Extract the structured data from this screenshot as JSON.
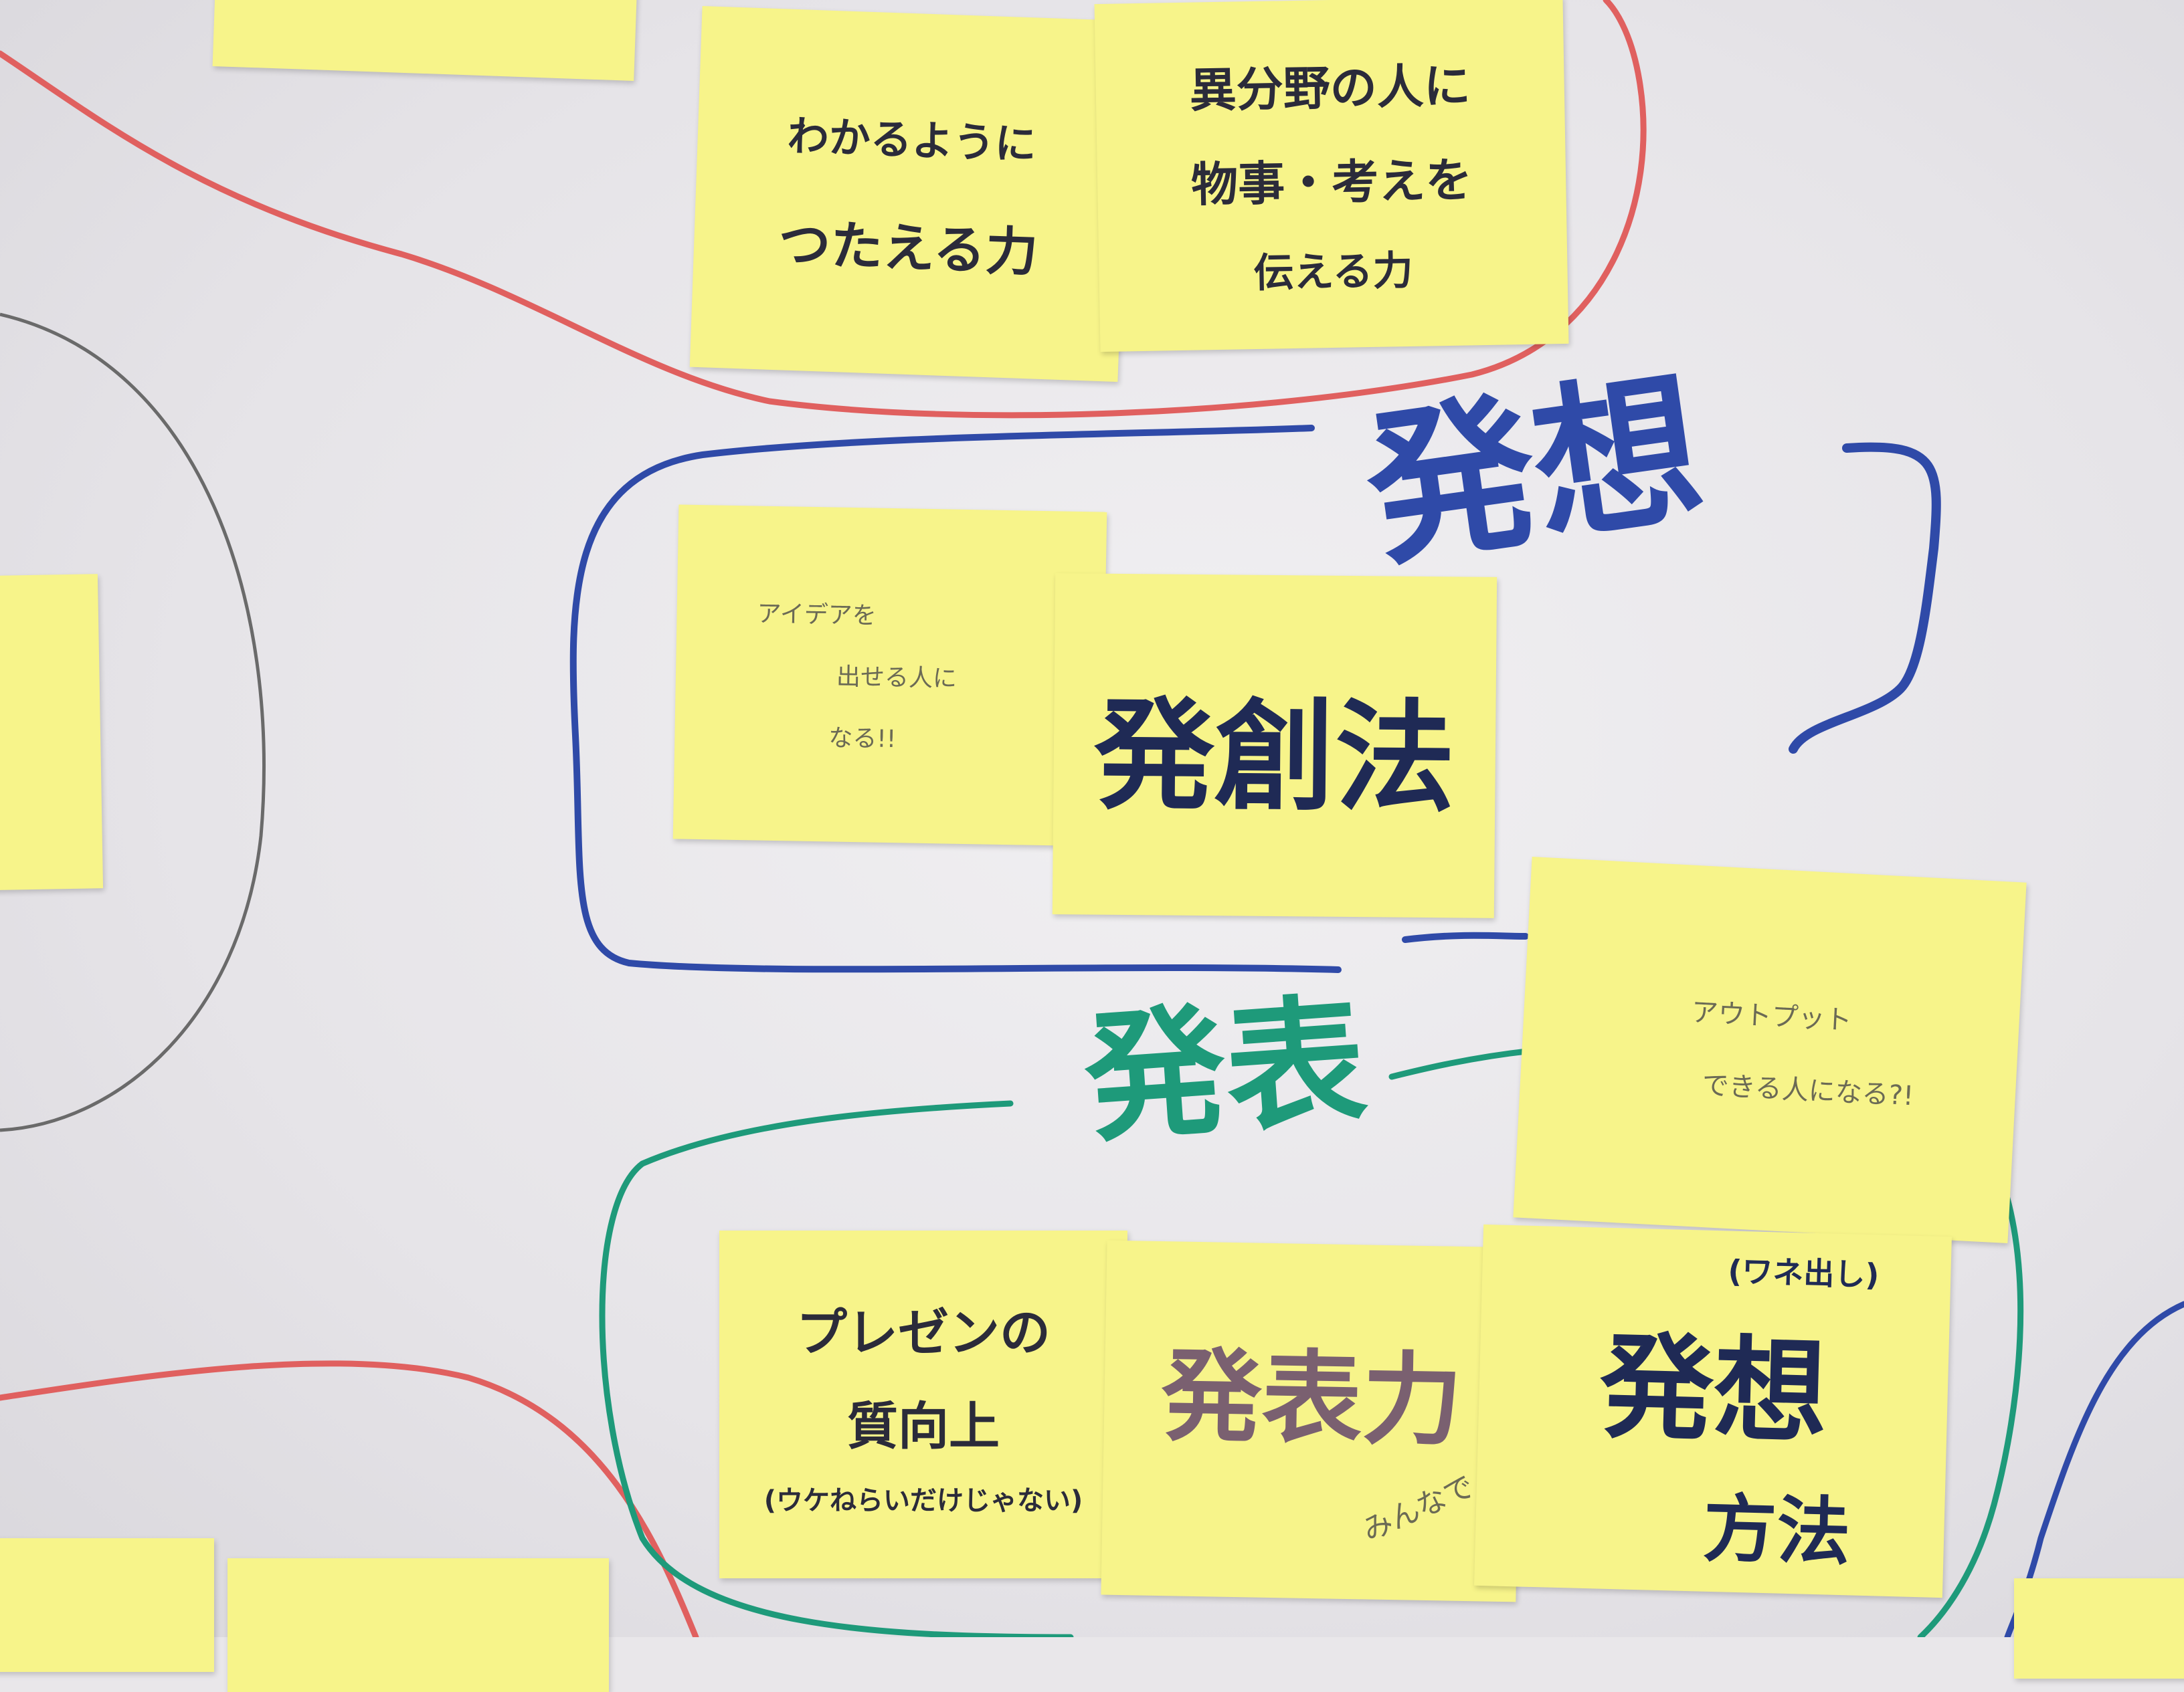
{
  "colors": {
    "paper": "#ececef",
    "sticky": "#f7f48a",
    "red_marker": "#e0605f",
    "blue_marker": "#2f4aa8",
    "green_marker": "#1e9a7a",
    "purple_marker": "#7a6070",
    "pencil": "#6a6a6a"
  },
  "labels": {
    "hassou": "発想",
    "happyou": "発表"
  },
  "notes": {
    "wakaru": {
      "line1": "わかるように",
      "line2": "つたえる力"
    },
    "ibunya": {
      "line1": "異分野の人に",
      "line2": "物事・考えを",
      "line3": "伝える力"
    },
    "idea": {
      "line1": "アイデアを",
      "line2": "出せる人に",
      "line3": "なる!!"
    },
    "hassouhou": {
      "text": "発創法"
    },
    "output": {
      "line1": "アウトプット",
      "line2": "できる人になる?!"
    },
    "presen": {
      "line1": "プレゼンの",
      "line2": "質向上",
      "line3": "(ウケねらいだけじゃない)"
    },
    "happyouryoku": {
      "text": "発表力",
      "note": "みんなで"
    },
    "hassouhouhou": {
      "top": "(ワネ出し)",
      "text": "発想",
      "line2": "方法"
    }
  }
}
